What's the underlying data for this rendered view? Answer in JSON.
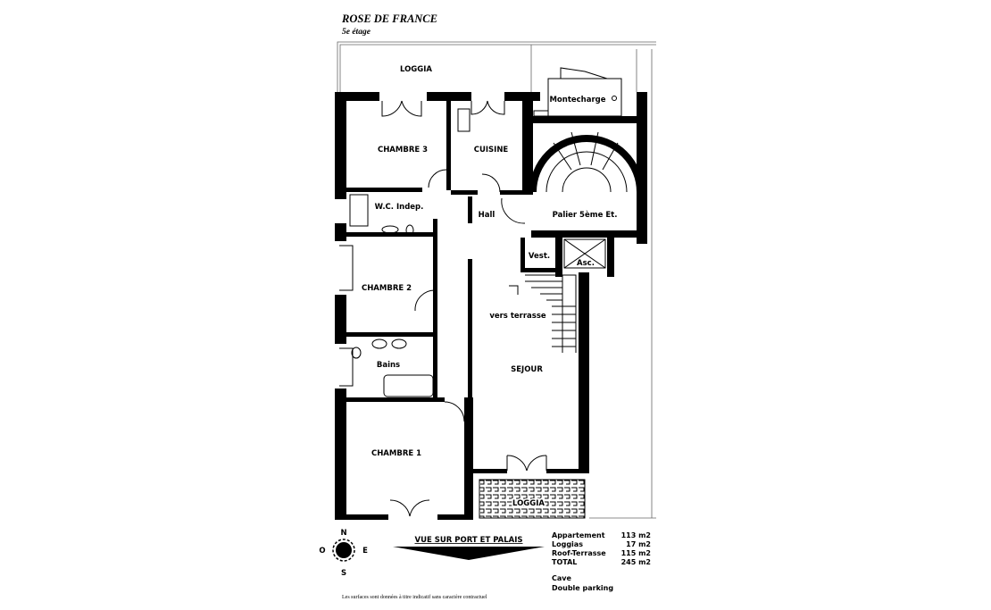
{
  "header": {
    "title": "ROSE DE FRANCE",
    "subtitle": "5e étage"
  },
  "rooms": {
    "loggia_top": "LOGGIA",
    "montecharge": "Montecharge",
    "chambre3": "CHAMBRE 3",
    "cuisine": "CUISINE",
    "wc": "W.C. Indep.",
    "hall": "Hall",
    "palier": "Palier 5ème Et.",
    "vest": "Vest.",
    "asc": "Asc.",
    "chambre2": "CHAMBRE 2",
    "vers_terrasse": "vers terrasse",
    "bains": "Bains",
    "sejour": "SEJOUR",
    "chambre1": "CHAMBRE 1",
    "loggia_bottom": "LOGGIA"
  },
  "compass": {
    "n": "N",
    "s": "S",
    "e": "E",
    "o": "O"
  },
  "view": {
    "label": "VUE SUR PORT ET PALAIS"
  },
  "areas": [
    {
      "label": "Appartement",
      "value": "113 m2"
    },
    {
      "label": "Loggias",
      "value": "17 m2"
    },
    {
      "label": "Roof-Terrasse",
      "value": "115 m2"
    },
    {
      "label": "TOTAL",
      "value": "245 m2"
    }
  ],
  "extras": [
    "Cave",
    "Double parking"
  ],
  "disclaimer": "Les surfaces sont données à titre indicatif sans caractère contractuel"
}
